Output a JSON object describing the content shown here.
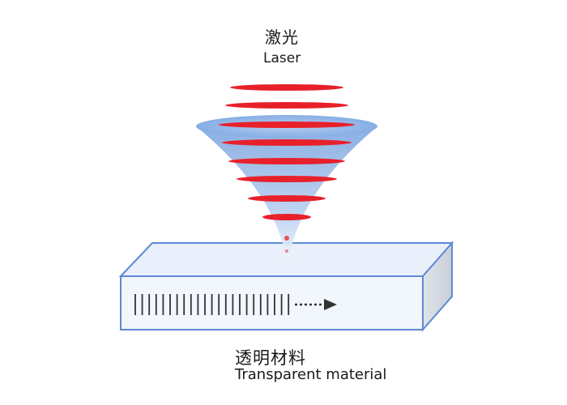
{
  "laser": {
    "label_cn": "激光",
    "label_en": "Laser"
  },
  "material": {
    "label_cn": "透明材料",
    "label_en": "Transparent material"
  },
  "colors": {
    "beam_red": "#e8202a",
    "cone_blue": "#8fb4e6",
    "block_edge": "#5b8ad6",
    "block_front": "#f2f6fd",
    "block_top": "#e9f0fb",
    "block_side": "#d4d9e2",
    "marks": "#333333"
  },
  "icons": {
    "direction_arrow": "arrow-right-icon"
  }
}
